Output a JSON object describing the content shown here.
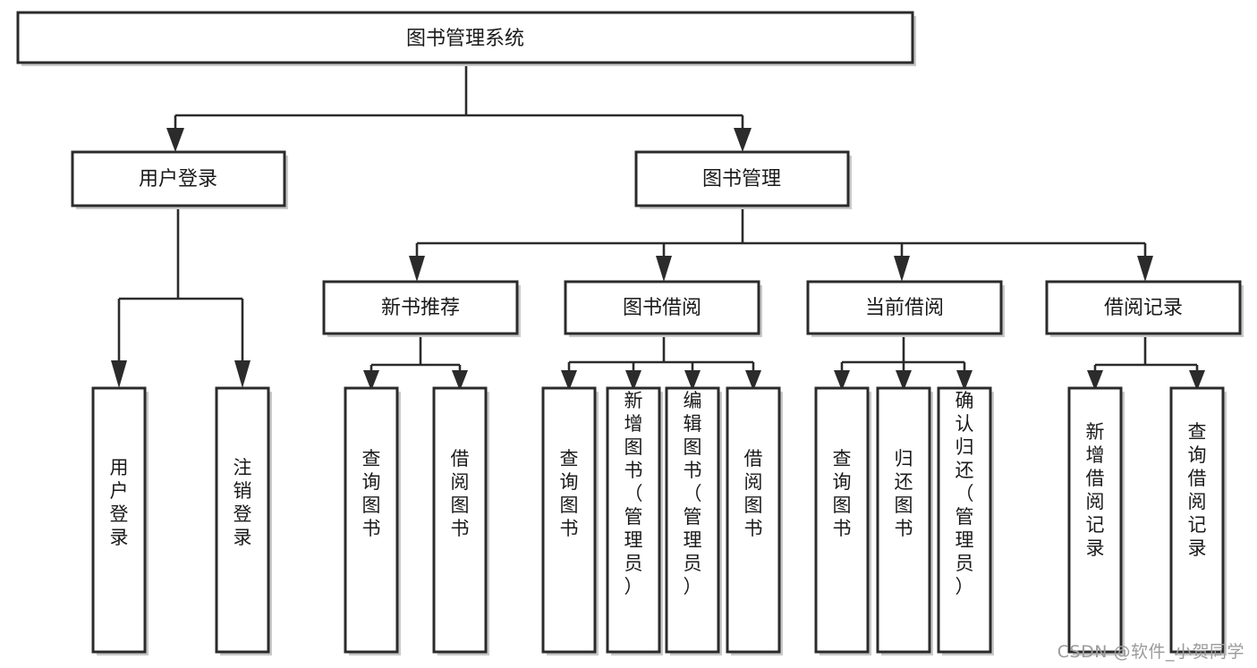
{
  "diagram": {
    "title": "图书管理系统",
    "type": "tree",
    "watermark": "CSDN @软件_小贺同学",
    "colors": {
      "stroke": "#2b2b2b",
      "fill": "#ffffff",
      "shadow": "#c9c9c9",
      "text": "#1a1a1a",
      "watermark": "#9b9b9b"
    },
    "levels": {
      "root": {
        "label": "图书管理系统",
        "orientation": "horizontal"
      },
      "level2": [
        {
          "label": "用户登录",
          "orientation": "horizontal"
        },
        {
          "label": "图书管理",
          "orientation": "horizontal"
        }
      ],
      "level3": [
        {
          "label": "新书推荐",
          "orientation": "horizontal"
        },
        {
          "label": "图书借阅",
          "orientation": "horizontal"
        },
        {
          "label": "当前借阅",
          "orientation": "horizontal"
        },
        {
          "label": "借阅记录",
          "orientation": "horizontal"
        }
      ],
      "leaves": [
        {
          "label": "用户登录",
          "orientation": "vertical",
          "parent": "用户登录"
        },
        {
          "label": "注销登录",
          "orientation": "vertical",
          "parent": "用户登录"
        },
        {
          "label": "查询图书",
          "orientation": "vertical",
          "parent": "新书推荐"
        },
        {
          "label": "借阅图书",
          "orientation": "vertical",
          "parent": "新书推荐"
        },
        {
          "label": "查询图书",
          "orientation": "vertical",
          "parent": "图书借阅"
        },
        {
          "label": "新增图书（管理员）",
          "orientation": "vertical",
          "parent": "图书借阅"
        },
        {
          "label": "编辑图书（管理员）",
          "orientation": "vertical",
          "parent": "图书借阅"
        },
        {
          "label": "借阅图书",
          "orientation": "vertical",
          "parent": "图书借阅"
        },
        {
          "label": "查询图书",
          "orientation": "vertical",
          "parent": "当前借阅"
        },
        {
          "label": "归还图书",
          "orientation": "vertical",
          "parent": "当前借阅"
        },
        {
          "label": "确认归还（管理员）",
          "orientation": "vertical",
          "parent": "当前借阅"
        },
        {
          "label": "新增借阅记录",
          "orientation": "vertical",
          "parent": "借阅记录"
        },
        {
          "label": "查询借阅记录",
          "orientation": "vertical",
          "parent": "借阅记录"
        }
      ]
    }
  }
}
